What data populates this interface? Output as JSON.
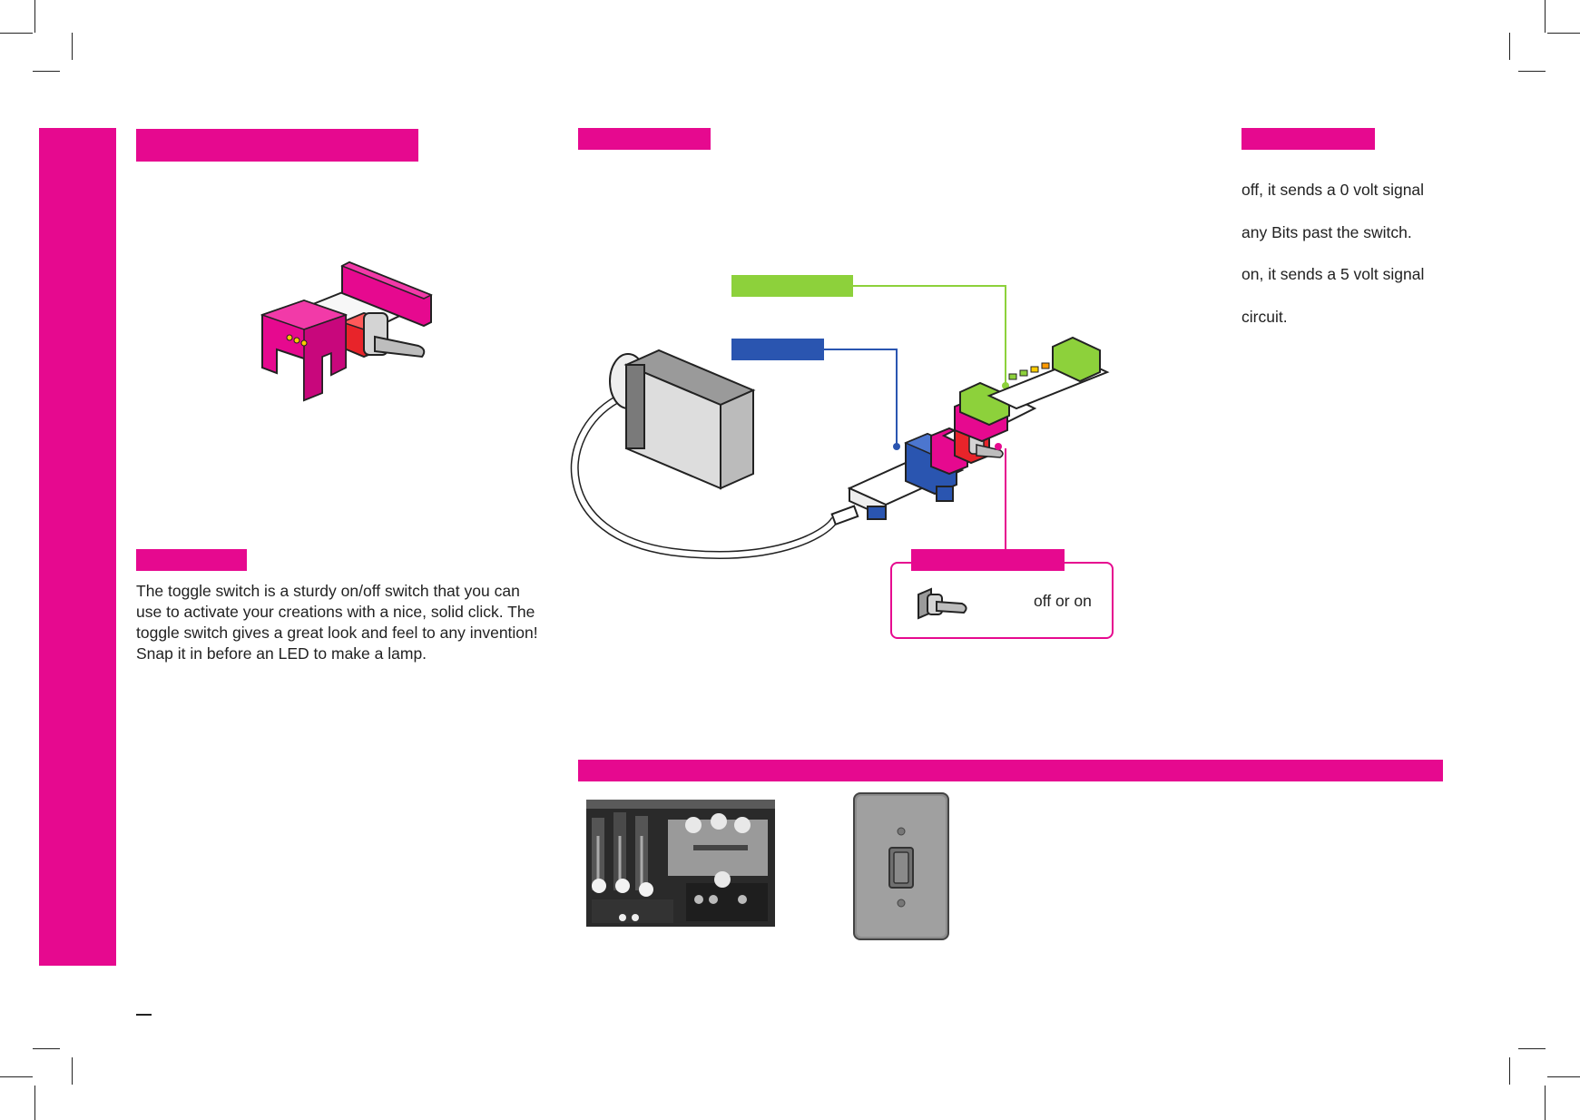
{
  "colors": {
    "brand_pink": "#e6098f",
    "power_blue": "#2a55b0",
    "output_green": "#8dd13b",
    "switch_red": "#e8242a"
  },
  "description": {
    "lines": [
      "The toggle switch is a sturdy on/off switch that you can",
      "use to activate your creations with a nice, solid click. The",
      "toggle switch gives a great look and feel to any invention!",
      "Snap it in before an LED to make a lamp."
    ]
  },
  "how_it_works": {
    "lines": [
      "off, it sends a 0 volt signal",
      "any Bits past the switch.",
      "on, it sends a 5 volt signal",
      "circuit."
    ]
  },
  "callout": {
    "text": "off or on"
  },
  "icons": {
    "toggle_bit": "toggle-switch-bit-illustration",
    "circuit": "battery-power-switch-bargraph-circuit",
    "lever": "toggle-lever-icon",
    "cockpit": "cockpit-panel-photo",
    "wall_switch": "wall-light-switch-photo"
  }
}
